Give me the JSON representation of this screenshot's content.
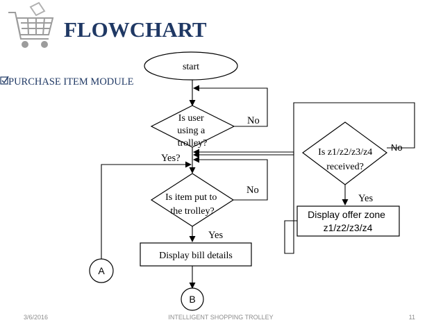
{
  "slide": {
    "title": "FLOWCHART",
    "module_label": "PURCHASE ITEM MODULE",
    "module_bullet": "checkbox-bullet-icon",
    "logo": "shopping-cart-icon",
    "colors": {
      "title": "#1f3864",
      "module": "#1f3864",
      "footer": "#8c8c8c",
      "lines": "#000000"
    }
  },
  "flowchart": {
    "start": "start",
    "decision_trolley": [
      "Is user",
      "using a",
      "trolley?"
    ],
    "decision_item": [
      "Is item put to",
      "the trolley?"
    ],
    "decision_zone": [
      "Is z1/z2/z3/z4",
      "received?"
    ],
    "process_bill": "Display bill details",
    "process_offer": [
      "Display offer zone",
      "z1/z2/z3/z4"
    ],
    "connector_a": "A",
    "connector_b": "B",
    "labels": {
      "no_trolley": "No",
      "yes_trolley": "Yes?",
      "no_item": "No",
      "yes_item": "Yes",
      "no_zone": "No",
      "yes_zone": "Yes"
    }
  },
  "footer": {
    "date": "3/6/2016",
    "center": "INTELLIGENT SHOPPING TROLLEY",
    "page": "11"
  }
}
